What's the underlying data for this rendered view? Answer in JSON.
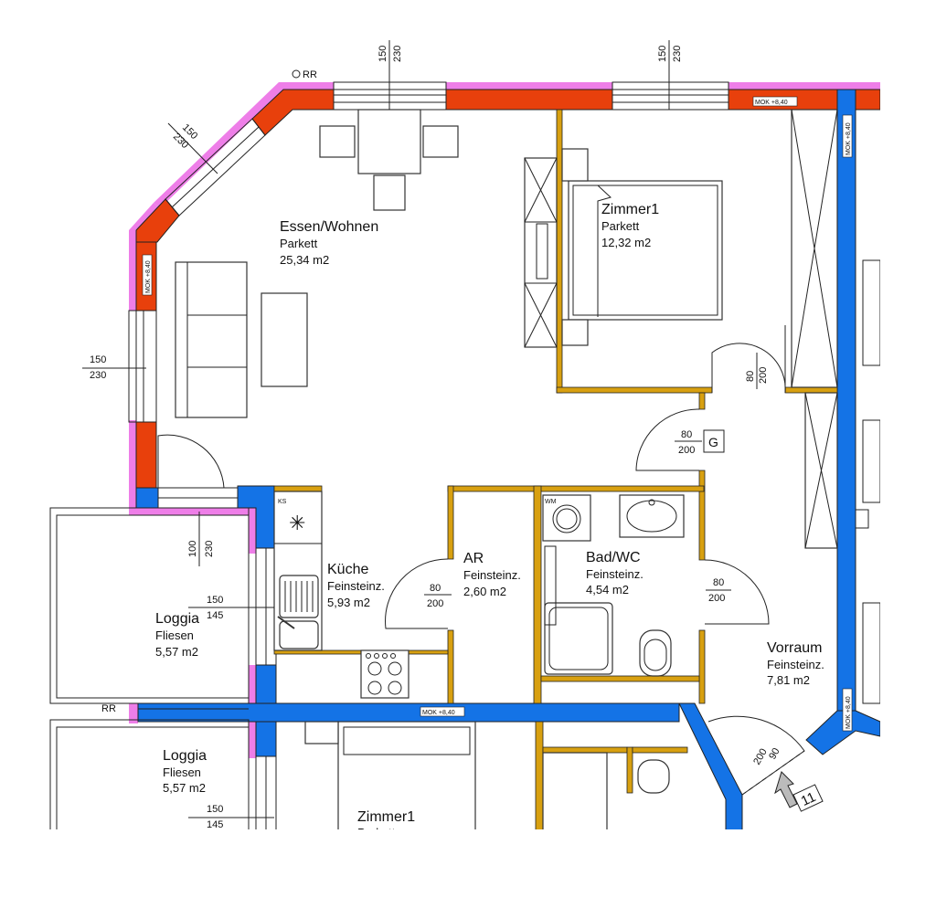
{
  "rooms": [
    {
      "name": "Essen/Wohnen",
      "floor": "Parkett",
      "area": "25,34 m2"
    },
    {
      "name": "Zimmer1",
      "floor": "Parkett",
      "area": "12,32 m2"
    },
    {
      "name": "Küche",
      "floor": "Feinsteinz.",
      "area": "5,93 m2"
    },
    {
      "name": "AR",
      "floor": "Feinsteinz.",
      "area": "2,60 m2"
    },
    {
      "name": "Bad/WC",
      "floor": "Feinsteinz.",
      "area": "4,54 m2"
    },
    {
      "name": "Loggia",
      "floor": "Fliesen",
      "area": "5,57 m2"
    },
    {
      "name": "Vorraum",
      "floor": "Feinsteinz.",
      "area": "7,81 m2"
    },
    {
      "name": "Loggia",
      "floor": "Fliesen",
      "area": "5,57 m2"
    },
    {
      "name": "Zimmer1",
      "floor": "Parkett"
    }
  ],
  "windows": [
    {
      "w": "150",
      "h": "230"
    },
    {
      "w": "150",
      "h": "230"
    },
    {
      "w": "150",
      "h": "230"
    },
    {
      "w": "150",
      "h": "230"
    },
    {
      "w": "100",
      "h": "230"
    },
    {
      "w": "150",
      "h": "145"
    },
    {
      "w": "150",
      "h": "145"
    }
  ],
  "doors": [
    {
      "w": "80",
      "h": "200"
    },
    {
      "w": "80",
      "h": "200"
    },
    {
      "w": "80",
      "h": "200"
    },
    {
      "w": "80",
      "h": "200"
    },
    {
      "w": "90",
      "h": "200"
    }
  ],
  "labels": {
    "mok_top": "MOK +8,40",
    "mok_left": "MOK +8,40",
    "mok_right_top": "MOK +8,40",
    "mok_bottom": "MOK +8,40",
    "mok_right_bottom": "MOK +8,40",
    "rr_top": "RR",
    "rr_loggia": "RR",
    "ks": "KS",
    "wm": "WM",
    "g": "G",
    "entrance": "11"
  },
  "colors": {
    "new_wall": "#e8400c",
    "insulation": "#ee7ee8",
    "partition": "#d8a010",
    "blue_wall": "#1473e6",
    "line": "#222222"
  }
}
